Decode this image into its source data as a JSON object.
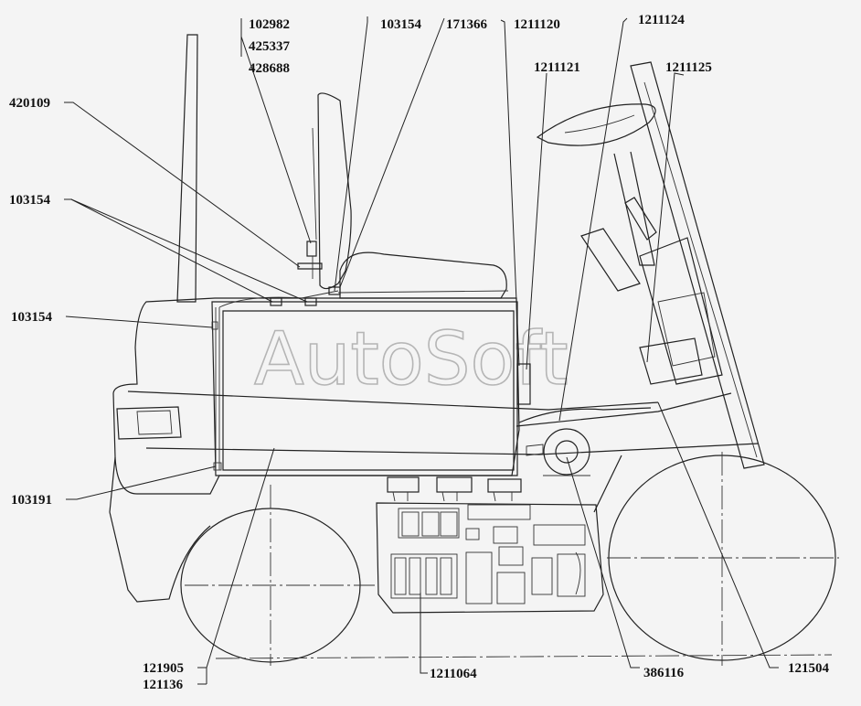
{
  "watermark": "AutoSoft",
  "labels": {
    "l102982": "102982",
    "l425337": "425337",
    "l428688": "428688",
    "l103154_top": "103154",
    "l171366": "171366",
    "l1211120": "1211120",
    "l1211124": "1211124",
    "l1211121": "1211121",
    "l1211125": "1211125",
    "l420109": "420109",
    "l103154_left": "103154",
    "l103154_mid": "103154",
    "l103191": "103191",
    "l121905": "121905",
    "l121136": "121136",
    "l1211064": "1211064",
    "l386116": "386116",
    "l121504": "121504"
  }
}
